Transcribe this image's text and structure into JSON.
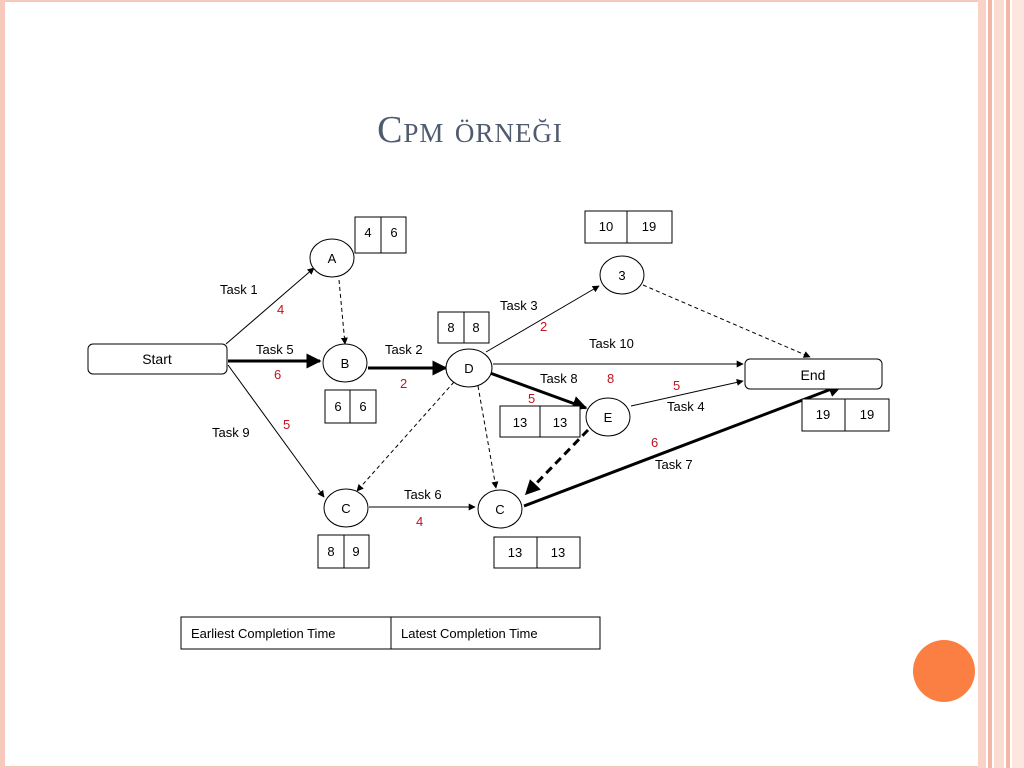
{
  "slide": {
    "title": "Cpm örneği",
    "colors": {
      "frame": "#f7c9bd",
      "accent": "#fb7f42",
      "title": "#4f5b6e",
      "duration": "#c0141e"
    }
  },
  "diagram": {
    "nodes": {
      "start": "Start",
      "a": "A",
      "b": "B",
      "c_left": "C",
      "d": "D",
      "three": "3",
      "e": "E",
      "c_mid": "C",
      "end": "End"
    },
    "times": {
      "a": [
        "4",
        "6"
      ],
      "b": [
        "6",
        "6"
      ],
      "c_left": [
        "8",
        "9"
      ],
      "d": [
        "8",
        "8"
      ],
      "three": [
        "10",
        "19"
      ],
      "e": [
        "13",
        "13"
      ],
      "c_mid": [
        "13",
        "13"
      ],
      "end": [
        "19",
        "19"
      ]
    },
    "tasks": {
      "task1": {
        "label": "Task 1",
        "duration": "4"
      },
      "task5": {
        "label": "Task 5",
        "duration": "6"
      },
      "task9": {
        "label": "Task 9",
        "duration": "5"
      },
      "task2": {
        "label": "Task 2",
        "duration": "2"
      },
      "task3": {
        "label": "Task 3",
        "duration": "2"
      },
      "task10": {
        "label": "Task 10",
        "duration": "8"
      },
      "task8": {
        "label": "Task 8",
        "duration": "5"
      },
      "task4": {
        "label": "Task 4",
        "duration": "5"
      },
      "task7": {
        "label": "Task 7",
        "duration": "6"
      },
      "task6": {
        "label": "Task 6",
        "duration": "4"
      }
    },
    "legend": {
      "earliest": "Earliest Completion Time",
      "latest": "Latest Completion Time"
    }
  }
}
